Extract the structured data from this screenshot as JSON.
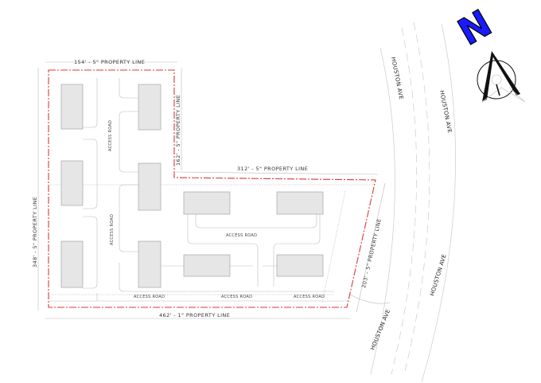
{
  "dimensions": {
    "top": "154' - 5\"   PROPERTY LINE",
    "left": "348' - 5\"   PROPERTY LINE",
    "inner_vertical": "162' - 5\"   PROPERTY LINE",
    "inner_horizontal": "312' - 5\"   PROPERTY LINE",
    "right_slanted": "203' - 5\"   PROPERTY LINE",
    "bottom": "462' - 1\"   PROPERTY LINE"
  },
  "roads": {
    "access_road": "ACCESS ROAD"
  },
  "streets": {
    "name": "HOUSTON AVE"
  },
  "north_arrow": {
    "letter": "N",
    "color": "#1a1aff"
  },
  "colors": {
    "property_line": "#d9383a"
  }
}
